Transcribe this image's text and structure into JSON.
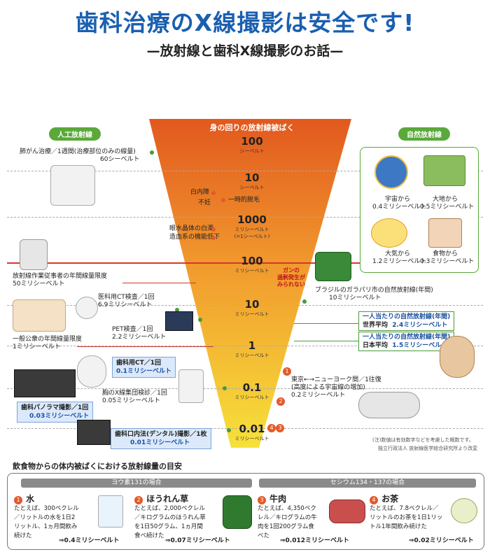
{
  "title": "歯科治療のX線撮影は安全です!",
  "subtitle": "—放射線と歯科X線撮影のお話—",
  "center_header": "身の回りの放射線被ばく",
  "left_header": "人工放射線",
  "right_header": "自然放射線",
  "scale": [
    {
      "value": "100",
      "unit": "シーベルト"
    },
    {
      "value": "10",
      "unit": "シーベルト"
    },
    {
      "value": "1000",
      "unit": "ミリシーベルト",
      "unit2": "(=1シーベルト)"
    },
    {
      "value": "100",
      "unit": "ミリシーベルト"
    },
    {
      "value": "10",
      "unit": "ミリシーベルト"
    },
    {
      "value": "1",
      "unit": "ミリシーベルト"
    },
    {
      "value": "0.1",
      "unit": "ミリシーベルト"
    },
    {
      "value": "0.01",
      "unit": "ミリシーベルト"
    }
  ],
  "left_items": {
    "cancer_therapy": [
      "肺がん治療／1週間(治療部位のみの線量)",
      "60シーベルト"
    ],
    "cataract": "白内障",
    "sterile": "不妊",
    "temp_hair": "一時的脱毛",
    "lens": "眼水晶体の白濁",
    "blood": "造血系の機能低下",
    "cancer_note": [
      "ガンの",
      "過剰発生が",
      "みられない"
    ],
    "worker": [
      "放射線作業従事者の年間線量限度",
      "50ミリシーベルト"
    ],
    "ct": [
      "医科用CT検査／1回",
      "6.9ミリシーベルト"
    ],
    "pet": [
      "PET検査／1回",
      "2.2ミリシーベルト"
    ],
    "public": [
      "一般公衆の年間線量限度",
      "1ミリシーベルト"
    ],
    "dental_ct": [
      "歯科用CT／1回",
      "0.1ミリシーベルト"
    ],
    "chest": [
      "胸のX線集団検診／1回",
      "0.05ミリシーベルト"
    ],
    "panorama": [
      "歯科パノラマ撮影／1回",
      "0.03ミリシーベルト"
    ],
    "intraoral": [
      "歯科口内法(デンタル)撮影／1枚",
      "0.01ミリシーベルト"
    ]
  },
  "nature": [
    {
      "label": "宇宙から",
      "value": "0.4ミリシーベルト"
    },
    {
      "label": "大地から",
      "value": "0.5ミリシーベルト"
    },
    {
      "label": "大気から",
      "value": "1.2ミリシーベルト"
    },
    {
      "label": "食物から",
      "value": "0.3ミリシーベルト"
    }
  ],
  "right_items": {
    "brazil": [
      "ブラジルのガラパリ市の自然放射線(年間)",
      "10ミリシーベルト"
    ],
    "world": [
      "一人当たりの自然放射線(年間)",
      "世界平均",
      "2.4ミリシーベルト"
    ],
    "japan": [
      "一人当たりの自然放射線(年間)",
      "日本平均",
      "1.5ミリシーベルト"
    ],
    "flight": [
      "東京←→ニューヨーク間／1往復",
      "(高度による宇宙線の増加)",
      "0.2ミリシーベルト"
    ],
    "note1": "(注)数値は有効数字などを考慮した概数です。",
    "note2": "独立行政法人 放射線医学総合研究所より改変"
  },
  "bottom": {
    "title": "飲食物からの体内被ばくにおける放射線量の目安",
    "band1": "ヨウ素131の場合",
    "band2": "セシウム134・137の場合",
    "foods": [
      {
        "num": "1",
        "name": "水",
        "l1": "たとえば、300ベクレル",
        "l2": "／リットルの水を1日2",
        "l3": "リットル、1ヵ月間飲み",
        "l4": "続けた",
        "res": "⇒0.4ミリシーベルト"
      },
      {
        "num": "2",
        "name": "ほうれん草",
        "l1": "たとえば、2,000ベクレル",
        "l2": "／キログラムのほうれん草",
        "l3": "を1日50グラム、1ヵ月間",
        "l4": "食べ続けた",
        "res": "⇒0.07ミリシーベルト"
      },
      {
        "num": "3",
        "name": "牛肉",
        "l1": "たとえば、4,350ベク",
        "l2": "レル／キログラムの牛",
        "l3": "肉を1回200グラム食",
        "l4": "べた",
        "res": "⇒0.012ミリシーベルト"
      },
      {
        "num": "4",
        "name": "お茶",
        "l1": "たとえば、7.8ベクレル／",
        "l2": "リットルのお茶を1日1リッ",
        "l3": "トル1年間飲み続けた",
        "l4": "",
        "res": "⇒0.02ミリシーベルト"
      }
    ]
  },
  "colors": {
    "title": "#1a5fb0",
    "funnel_top": "#e2581e",
    "funnel_bottom": "#f7e13a",
    "green": "#5aa93a",
    "red": "#d23a2a"
  }
}
